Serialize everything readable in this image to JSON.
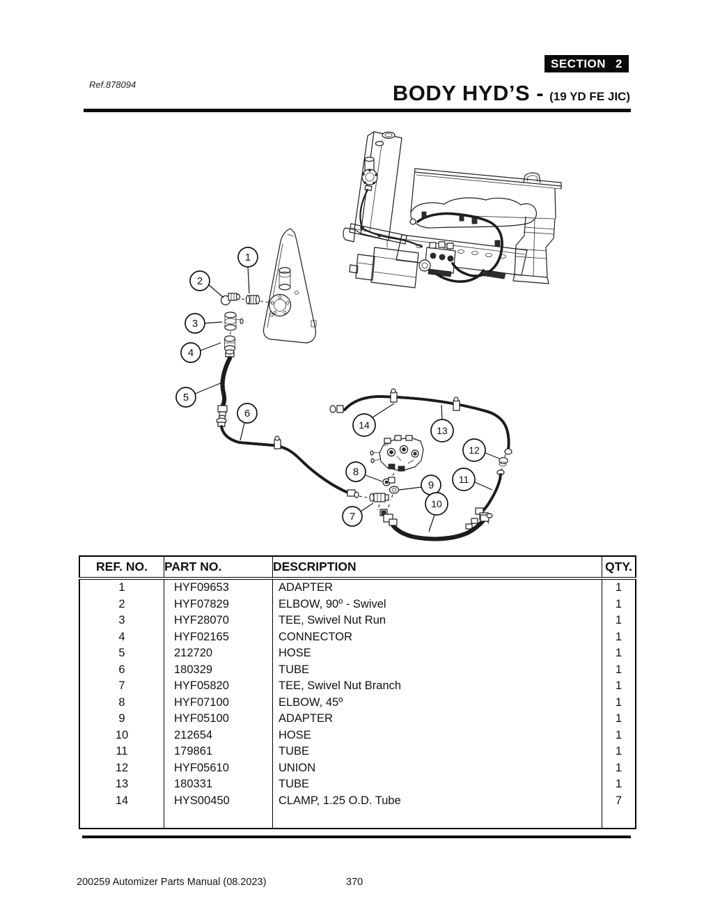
{
  "header": {
    "ref": "Ref.878094",
    "section_word": "SECTION",
    "section_num": "2",
    "title": "BODY HYD’S -",
    "subtitle": "(19 YD FE JIC)"
  },
  "colors": {
    "ink": "#111111",
    "paper": "#ffffff"
  },
  "diagram": {
    "callouts": [
      "1",
      "2",
      "3",
      "4",
      "5",
      "6",
      "7",
      "8",
      "9",
      "10",
      "11",
      "12",
      "13",
      "14"
    ]
  },
  "table": {
    "headers": [
      "REF. NO.",
      "PART NO.",
      "DESCRIPTION",
      "QTY."
    ],
    "rows": [
      [
        "1",
        "HYF09653",
        "ADAPTER",
        "1"
      ],
      [
        "2",
        "HYF07829",
        "ELBOW, 90º - Swivel",
        "1"
      ],
      [
        "3",
        "HYF28070",
        "TEE, Swivel Nut Run",
        "1"
      ],
      [
        "4",
        "HYF02165",
        "CONNECTOR",
        "1"
      ],
      [
        "5",
        "212720",
        "HOSE",
        "1"
      ],
      [
        "6",
        "180329",
        "TUBE",
        "1"
      ],
      [
        "7",
        "HYF05820",
        "TEE, Swivel Nut Branch",
        "1"
      ],
      [
        "8",
        "HYF07100",
        "ELBOW, 45º",
        "1"
      ],
      [
        "9",
        "HYF05100",
        "ADAPTER",
        "1"
      ],
      [
        "10",
        "212654",
        "HOSE",
        "1"
      ],
      [
        "11",
        "179861",
        "TUBE",
        "1"
      ],
      [
        "12",
        "HYF05610",
        "UNION",
        "1"
      ],
      [
        "13",
        "180331",
        "TUBE",
        "1"
      ],
      [
        "14",
        "HYS00450",
        "CLAMP, 1.25 O.D. Tube",
        "7"
      ]
    ]
  },
  "footer": {
    "manual": "200259 Automizer Parts Manual (08.2023)",
    "page": "370"
  }
}
